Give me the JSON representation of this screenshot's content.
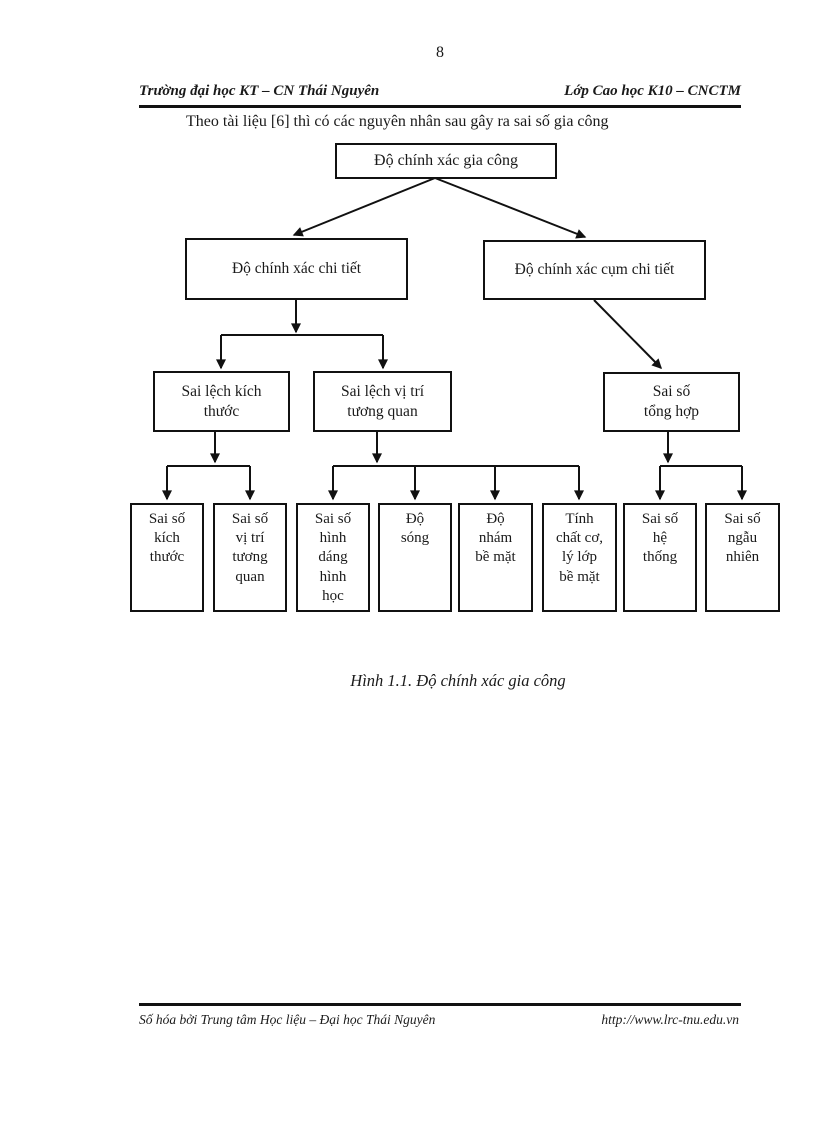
{
  "page": {
    "number": "8"
  },
  "header": {
    "left": "Trường đại học KT – CN Thái Nguyên",
    "right": "Lớp Cao học K10 – CNCTM"
  },
  "intro": "Theo tài liệu [6] thì có các nguyên nhân sau gây ra sai số gia công",
  "diagram": {
    "root": {
      "label": "Độ chính xác gia công"
    },
    "detail": {
      "label": "Độ chính xác chi tiết"
    },
    "assembly": {
      "label": "Độ chính xác cụm chi tiết"
    },
    "size_dev": {
      "label": "Sai lệch kích\nthước"
    },
    "pos_dev": {
      "label": "Sai lệch vị trí\ntương quan"
    },
    "total_err": {
      "label": "Sai số\ntổng hợp"
    },
    "leaves": [
      {
        "label": "Sai số\nkích\nthước"
      },
      {
        "label": "Sai số\nvị trí\ntương\nquan"
      },
      {
        "label": "Sai số\nhình\ndáng\nhình\nhọc"
      },
      {
        "label": "Độ\nsóng"
      },
      {
        "label": "Độ\nnhám\nbề mặt"
      },
      {
        "label": "Tính\nchất cơ,\nlý lớp\nbề mặt"
      },
      {
        "label": "Sai số\nhệ\nthống"
      },
      {
        "label": "Sai số\nngẫu\nnhiên"
      }
    ]
  },
  "caption": "Hình 1.1. Độ chính xác gia công",
  "footer": {
    "left": "Số hóa bởi Trung tâm Học liệu – Đại học Thái Nguyên",
    "right": "http://www.lrc-tnu.edu.vn"
  },
  "colors": {
    "ink": "#1a1a1a",
    "line": "#111111",
    "paper": "#ffffff"
  }
}
